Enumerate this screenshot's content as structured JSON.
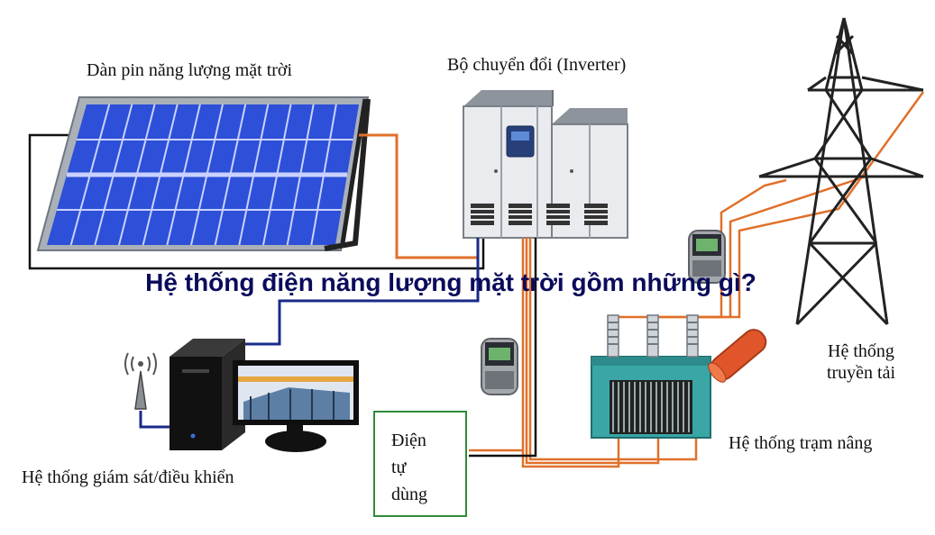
{
  "title": "Hệ thống điện năng lượng mặt trời gồm những gì?",
  "labels": {
    "solar_panel": "Dàn pin năng lượng mặt trời",
    "inverter": "Bộ chuyển đổi (Inverter)",
    "transmission_line1": "Hệ thống",
    "transmission_line2": "truyền tải",
    "step_up_station": "Hệ thống trạm nâng",
    "monitoring": "Hệ thống giám sát/điều khiển",
    "self_use_line1": "Điện",
    "self_use_line2": "tự",
    "self_use_line3": "dùng"
  },
  "colors": {
    "panel_cell": "#2e4fd8",
    "panel_frame": "#9aa3ad",
    "cable": "#e0702a",
    "signal_cable": "#1a2a88",
    "title": "#0b0b5c",
    "self_use_border": "#2e8b3a",
    "transformer": "#3aa6a6",
    "tower": "#222222"
  }
}
